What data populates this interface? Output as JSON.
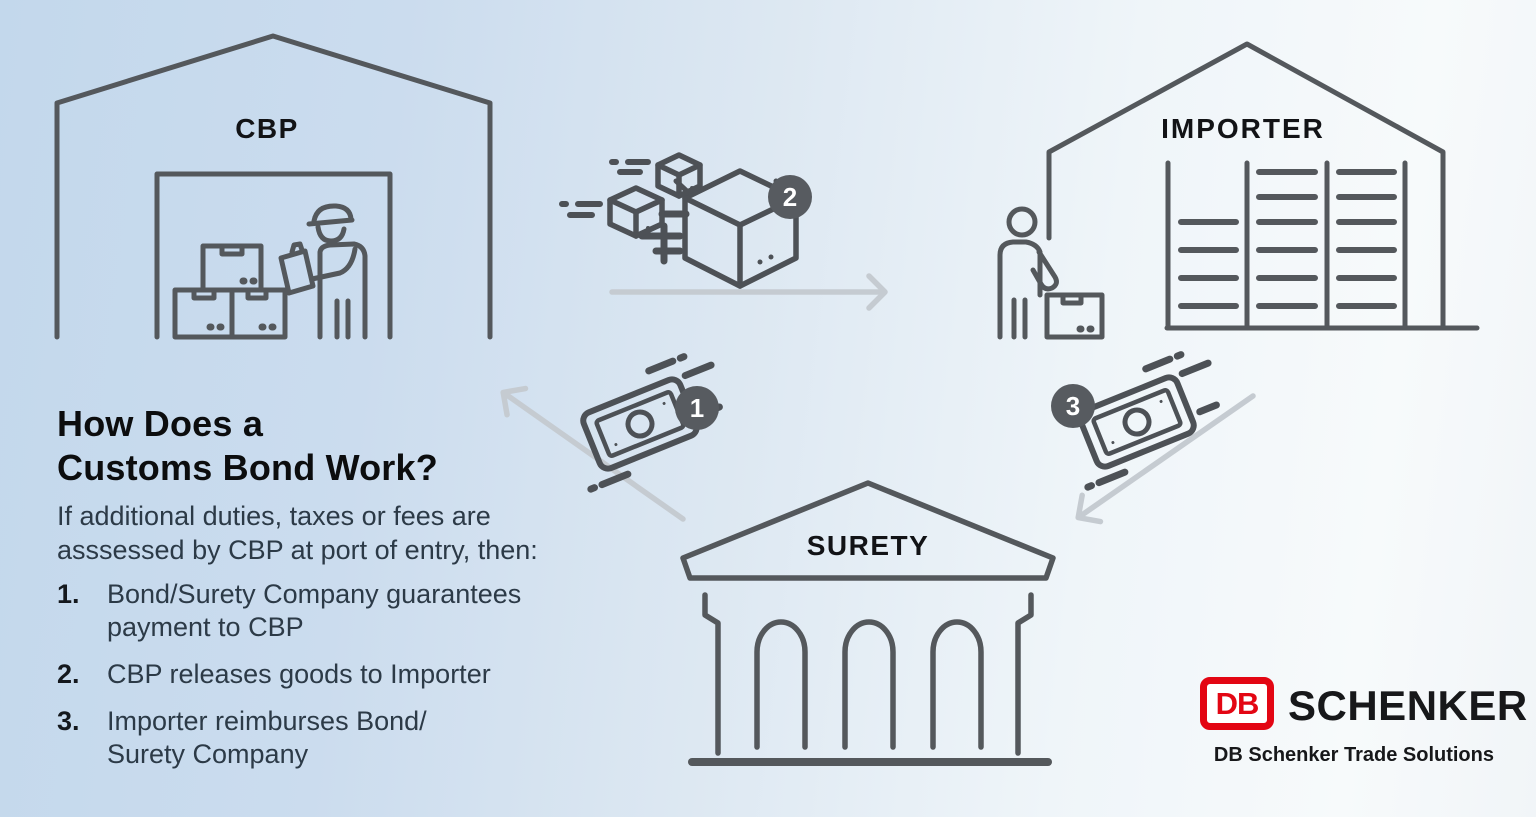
{
  "heading": {
    "line1": "How Does a",
    "line2": "Customs Bond Work?"
  },
  "intro": {
    "line1": "If additional duties, taxes or fees are",
    "line2": "asssessed by CBP at port of entry, then:"
  },
  "steps": [
    {
      "num": "1.",
      "line1": "Bond/Surety Company guarantees",
      "line2": "payment to CBP"
    },
    {
      "num": "2.",
      "line1": "CBP releases goods to Importer",
      "line2": ""
    },
    {
      "num": "3.",
      "line1": "Importer reimburses Bond/",
      "line2": "Surety Company"
    }
  ],
  "diagram": {
    "nodes": [
      {
        "id": "cbp",
        "label": "CBP",
        "icon": "warehouse-customs-officer-icon"
      },
      {
        "id": "importer",
        "label": "IMPORTER",
        "icon": "warehouse-shelves-icon"
      },
      {
        "id": "surety",
        "label": "SURETY",
        "icon": "bank-building-icon"
      }
    ],
    "flows": [
      {
        "step": "1",
        "icon": "money-icon"
      },
      {
        "step": "2",
        "icon": "shipping-boxes-icon"
      },
      {
        "step": "3",
        "icon": "money-icon"
      }
    ]
  },
  "logo": {
    "db": "DB",
    "brand": "SCHENKER",
    "tagline": "DB Schenker Trade Solutions"
  },
  "colors": {
    "background_left": "#c3d8ec",
    "background_right": "#f7fafb",
    "line_art": "#54585c",
    "arrow": "#c5cbd1",
    "badge_fill": "#575b60",
    "badge_text": "#ffffff",
    "title_text": "#0c0d0e",
    "body_text": "#2c3a47",
    "db_red": "#e30613"
  }
}
